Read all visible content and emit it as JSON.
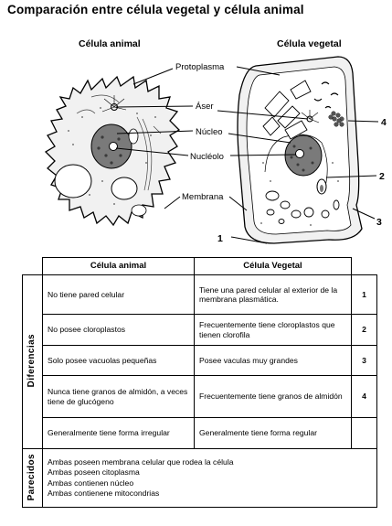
{
  "title": "Comparación entre célula vegetal y célula animal",
  "diagram": {
    "animal_title": "Célula animal",
    "plant_title": "Célula vegetal",
    "labels": {
      "protoplasma": "Protoplasma",
      "aser": "Áser",
      "nucleo": "Núcleo",
      "nucleolo": "Nucléolo",
      "membrana": "Membrana"
    },
    "numbers": [
      "1",
      "2",
      "3",
      "4"
    ]
  },
  "table": {
    "headers": [
      "Célula animal",
      "Célula Vegetal"
    ],
    "group_differences": "Diferencias",
    "group_similar": "Parecidos",
    "rows": [
      {
        "animal": "No tiene pared celular",
        "vegetal": "Tiene una pared celular al exterior de la membrana plasmática.",
        "num": "1"
      },
      {
        "animal": "No posee cloroplastos",
        "vegetal": "Frecuentemente tiene cloroplastos que tienen clorofila",
        "num": "2"
      },
      {
        "animal": "Solo posee vacuolas pequeñas",
        "vegetal": "Posee vaculas muy grandes",
        "num": "3"
      },
      {
        "animal": "Nunca tiene granos de almidón, a veces tiene de glucógeno",
        "vegetal": "Frecuentemente tiene granos de almidón",
        "num": "4"
      },
      {
        "animal": "Generalmente tiene forma irregular",
        "vegetal": "Generalmente tiene forma regular",
        "num": ""
      }
    ],
    "similarities": [
      "Ambas poseen membrana celular que rodea la célula",
      "Ambas poseen citoplasma",
      "Ambas contienen núcleo",
      "Ambas contienene mitocondrias"
    ]
  }
}
